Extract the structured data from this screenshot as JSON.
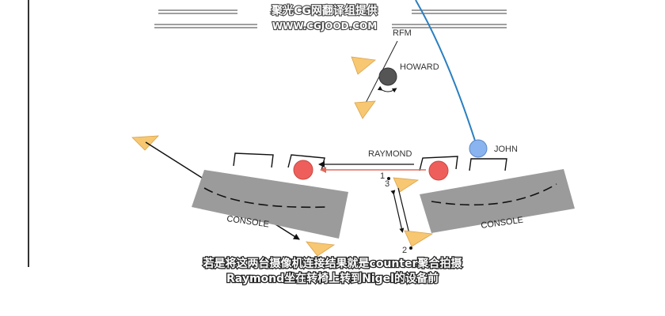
{
  "watermark": {
    "line1": "聚光CG网翻译组提供",
    "line2": "WWW.CGJOOD.COM"
  },
  "labels": {
    "rfm": "RFM",
    "howard": "HOWARD",
    "raymond": "RAYMOND",
    "john": "JOHN",
    "console_left": "CONSOLE",
    "console_right": "CONSOLE",
    "mark_1": "1",
    "mark_2": "2",
    "mark_3": "3"
  },
  "subtitles": {
    "line1": "若是将这两台摄像机连接结果就是counter聚合拍摄",
    "line2": "Raymond坐在转椅上转到Nigel的设备前"
  },
  "colors": {
    "camera": "#f7c772",
    "console": "#9b9b9b",
    "raymond": "#ee5f5b",
    "john": "#8ab4f0",
    "howard": "#555555",
    "path_blue": "#2a7fc0",
    "arrow_red": "#e0685a"
  }
}
